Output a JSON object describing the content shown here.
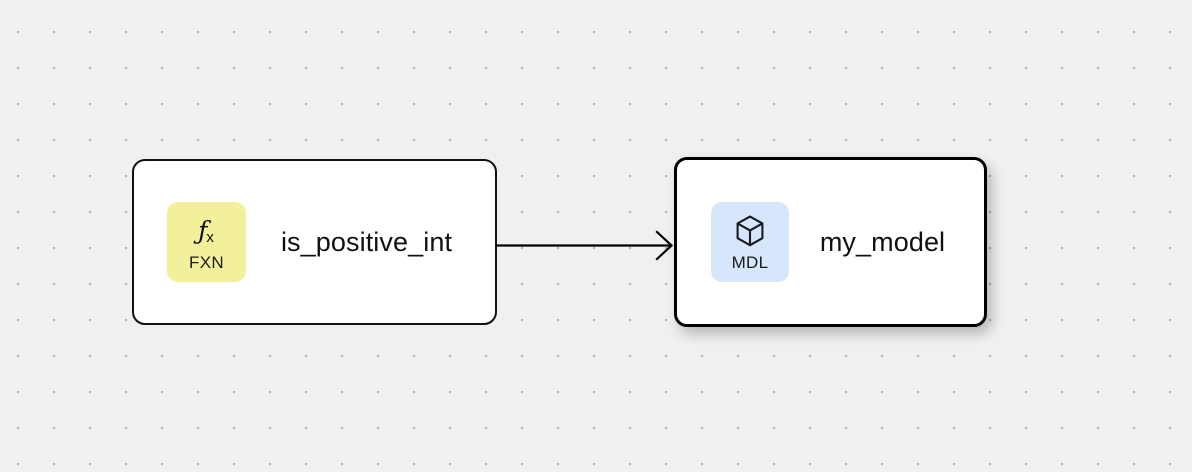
{
  "canvas": {
    "name": "flow-canvas",
    "background_color": "#f0f0f0",
    "dot_color": "#b2b2b7",
    "dot_spacing": 36
  },
  "nodes": [
    {
      "id": "is_positive_int",
      "title": "is_positive_int",
      "badge": {
        "glyph_char": "ƒ",
        "glyph_sub": "x",
        "label": "FXN",
        "icon_name": "function-icon",
        "color": "#f2f09a"
      },
      "selected": false,
      "border_color": "#111111",
      "fill_color": "#ffffff"
    },
    {
      "id": "my_model",
      "title": "my_model",
      "badge": {
        "label": "MDL",
        "icon_name": "cube-icon",
        "color": "#d6e6fb"
      },
      "selected": true,
      "border_color": "#000000",
      "fill_color": "#ffffff"
    }
  ],
  "edges": [
    {
      "id": "edge-fxn-to-mdl",
      "source": "is_positive_int",
      "target": "my_model",
      "color": "#000000",
      "arrow": "open-chevron"
    }
  ]
}
